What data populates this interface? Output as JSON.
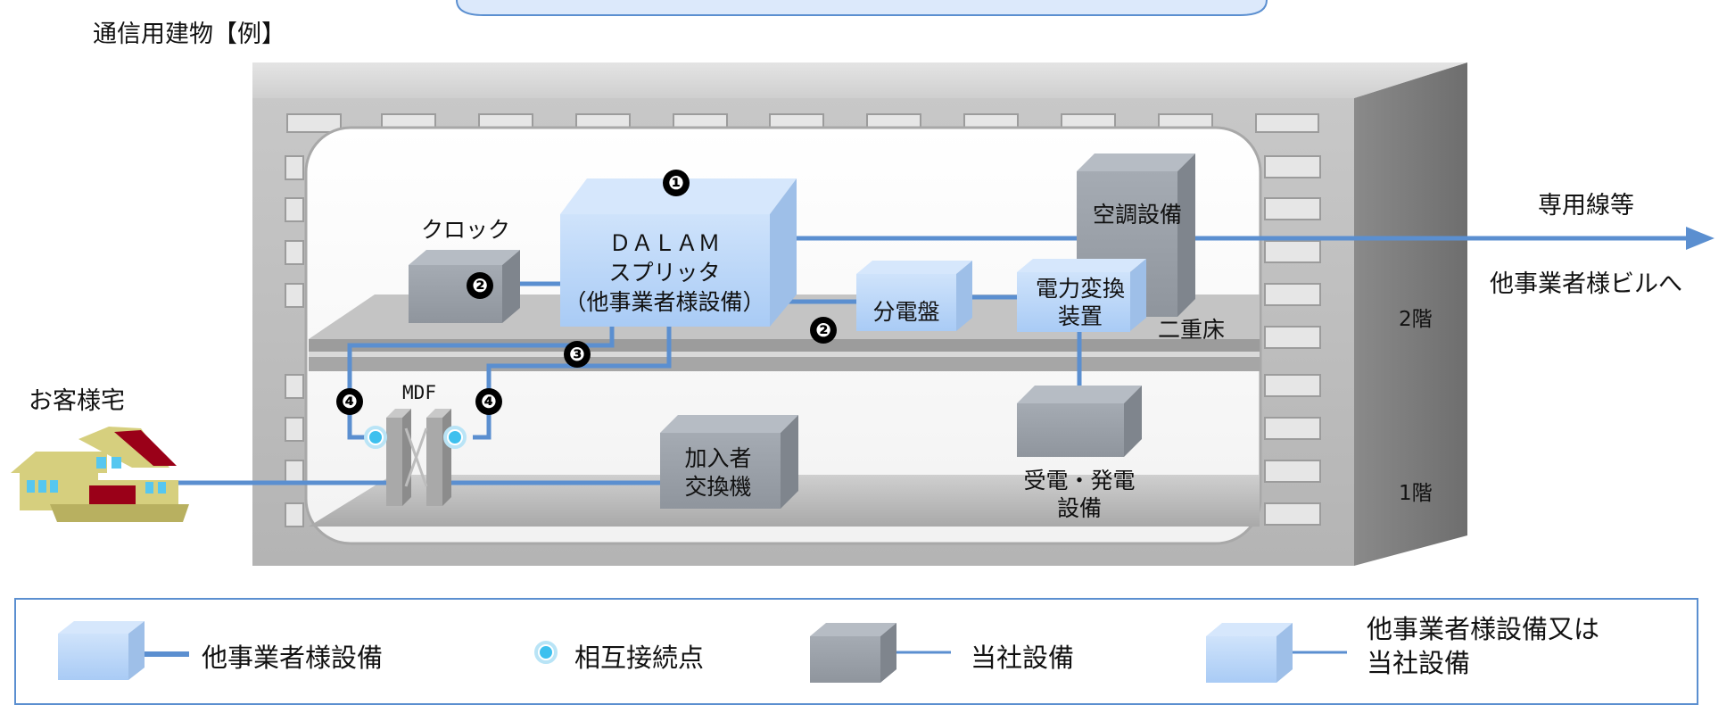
{
  "title": "通信用建物【例】",
  "building": {
    "floor2": "2階",
    "floor1": "1階",
    "raised_floor": "二重床"
  },
  "equipment": {
    "dalam": [
      "ＤＡＬＡＭ",
      "スプリッタ",
      "（他事業者様設備）"
    ],
    "clock": "クロック",
    "aircon": "空調設備",
    "distribution_board": "分電盤",
    "power_converter": [
      "電力変換",
      "装置"
    ],
    "power_receiving": [
      "受電・発電",
      "設備"
    ],
    "mdf": "MDF",
    "subscriber_switch": [
      "加入者",
      "交換機"
    ]
  },
  "customer_home": "お客様宅",
  "leased_line": [
    "専用線等",
    "他事業者様ビルへ"
  ],
  "markers": [
    "❶",
    "❷",
    "❷",
    "❸",
    "❹",
    "❹"
  ],
  "legend": {
    "other_operator": "他事業者様設備",
    "interconnection_point": "相互接続点",
    "company": "当社設備",
    "either": [
      "他事業者様設備又は",
      "当社設備"
    ]
  },
  "colors": {
    "other_operator_box": "#b4d4f8",
    "company_box": "#9aa1aa",
    "line": "#5b8fd0",
    "connection_point": "#3ec0ee"
  }
}
